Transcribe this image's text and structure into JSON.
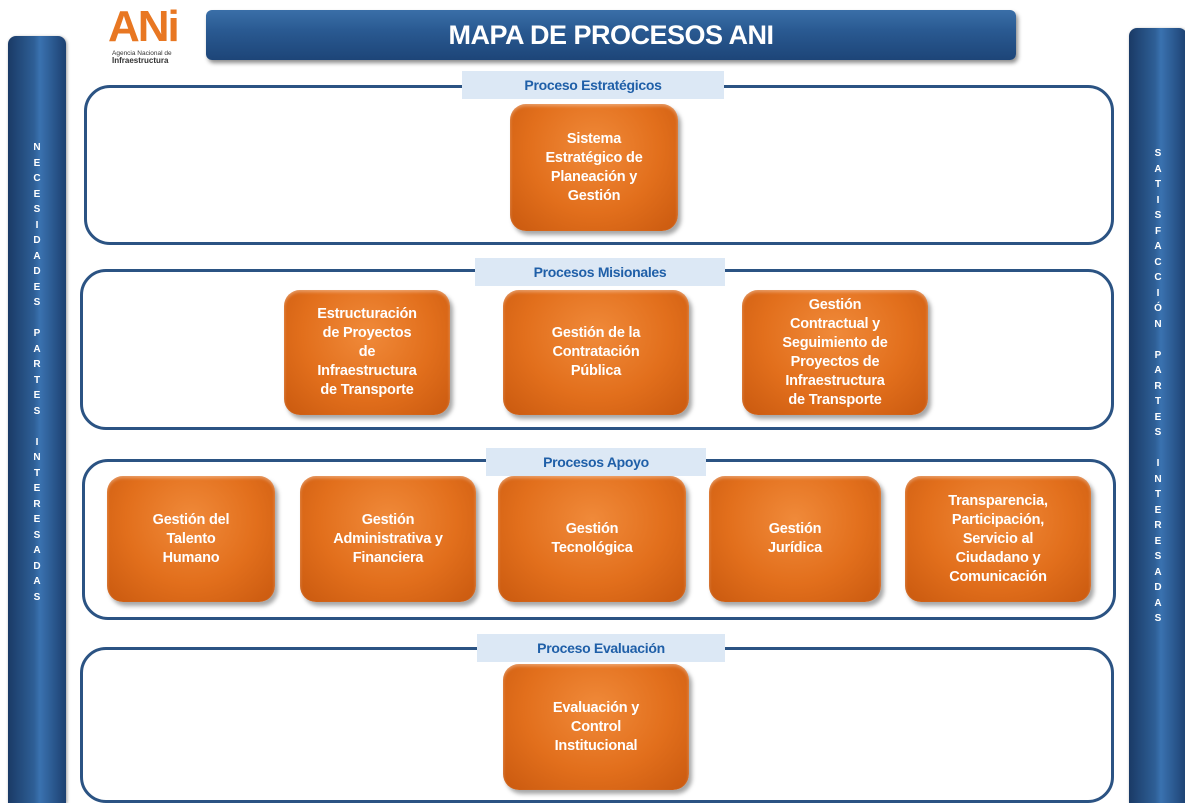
{
  "title": "MAPA DE PROCESOS ANI",
  "logo": {
    "mark": "ANi",
    "subtitle_line1": "Agencia Nacional de",
    "subtitle_line2": "Infraestructura"
  },
  "left_bar": {
    "text": "N\nE\nC\nE\nS\nI\nD\nA\nD\nE\nS\n\nP\nA\nR\nT\nE\nS\n\nI\nN\nT\nE\nR\nE\nS\nA\nD\nA\nS"
  },
  "right_bar": {
    "text": "S\nA\nT\nI\nS\nF\nA\nC\nC\nI\nÓ\nN\n\nP\nA\nR\nT\nE\nS\n\nI\nN\nT\nE\nR\nE\nS\nA\nD\nA\nS"
  },
  "sections": {
    "estrategicos": {
      "label": "Proceso Estratégicos",
      "processes": [
        "Sistema\nEstratégico de\nPlaneación y\nGestión"
      ]
    },
    "misionales": {
      "label": "Procesos Misionales",
      "processes": [
        "Estructuración\nde Proyectos\nde\nInfraestructura\nde Transporte",
        "Gestión de la\nContratación\nPública",
        "Gestión\nContractual y\nSeguimiento de\nProyectos de\nInfraestructura\nde Transporte"
      ]
    },
    "apoyo": {
      "label": "Procesos Apoyo",
      "processes": [
        "Gestión del\nTalento\nHumano",
        "Gestión\nAdministrativa y\nFinanciera",
        "Gestión\nTecnológica",
        "Gestión\nJurídica",
        "Transparencia,\nParticipación,\nServicio al\nCiudadano y\nComunicación"
      ]
    },
    "evaluacion": {
      "label": "Proceso Evaluación",
      "processes": [
        "Evaluación y\nControl\nInstitucional"
      ]
    }
  },
  "colors": {
    "frame_border": "#2b5383",
    "label_bg": "#dce8f5",
    "label_text": "#1f5fa8",
    "process_orange": "#e26f1c",
    "title_bar": "#2a5a92"
  }
}
